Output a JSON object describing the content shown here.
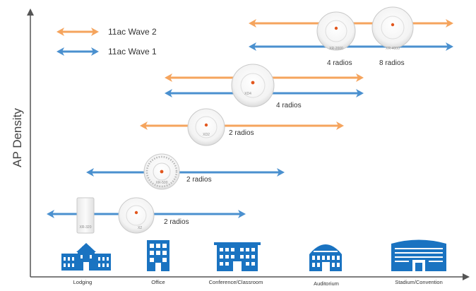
{
  "axis": {
    "y_title": "AP Density"
  },
  "legend": [
    {
      "label": "11ac Wave 2",
      "color": "#f5a45d"
    },
    {
      "label": "11ac Wave 1",
      "color": "#4a90cf"
    }
  ],
  "colors": {
    "wave2": "#f5a45d",
    "wave1": "#4a90cf",
    "venue_icon": "#1a73c1",
    "ap_led": "#e2571e"
  },
  "ranges": [
    {
      "wave": "Wave 2",
      "radios": "4 radios"
    },
    {
      "wave": "Wave 1",
      "radios": "8 radios"
    },
    {
      "wave": "Wave 2",
      "radios": "4 radios"
    },
    {
      "wave": "Wave 2",
      "radios": "2 radios"
    },
    {
      "wave": "Wave 1",
      "radios": "2 radios"
    },
    {
      "wave": "Wave 1",
      "radios": "2 radios"
    }
  ],
  "access_points": [
    {
      "model": "XR-2000",
      "shape": "circle"
    },
    {
      "model": "XR-4000",
      "shape": "circle"
    },
    {
      "model": "XD4",
      "shape": "circle"
    },
    {
      "model": "XD2",
      "shape": "circle"
    },
    {
      "model": "XR-500",
      "shape": "circle-vented"
    },
    {
      "model": "XR-320",
      "shape": "rectangle"
    },
    {
      "model": "X2",
      "shape": "circle"
    }
  ],
  "venues": [
    {
      "label": "Lodging",
      "icon": "hotel-icon"
    },
    {
      "label": "Office",
      "icon": "office-building-icon"
    },
    {
      "label": "Conference/Classroom",
      "icon": "conference-center-icon"
    },
    {
      "label": "Auditorium",
      "icon": "auditorium-icon"
    },
    {
      "label": "Stadium/Convention",
      "icon": "stadium-icon"
    }
  ]
}
